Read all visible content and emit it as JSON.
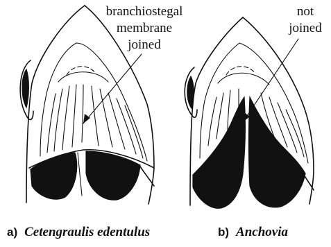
{
  "panel_a": {
    "annotation_lines": [
      "branchiostegal",
      "membrane",
      "joined"
    ],
    "caption_letter": "a)",
    "caption_name": "Cetengraulis edentulus"
  },
  "panel_b": {
    "annotation_lines": [
      "not",
      "joined"
    ],
    "caption_letter": "b)",
    "caption_name": "Anchovia"
  }
}
